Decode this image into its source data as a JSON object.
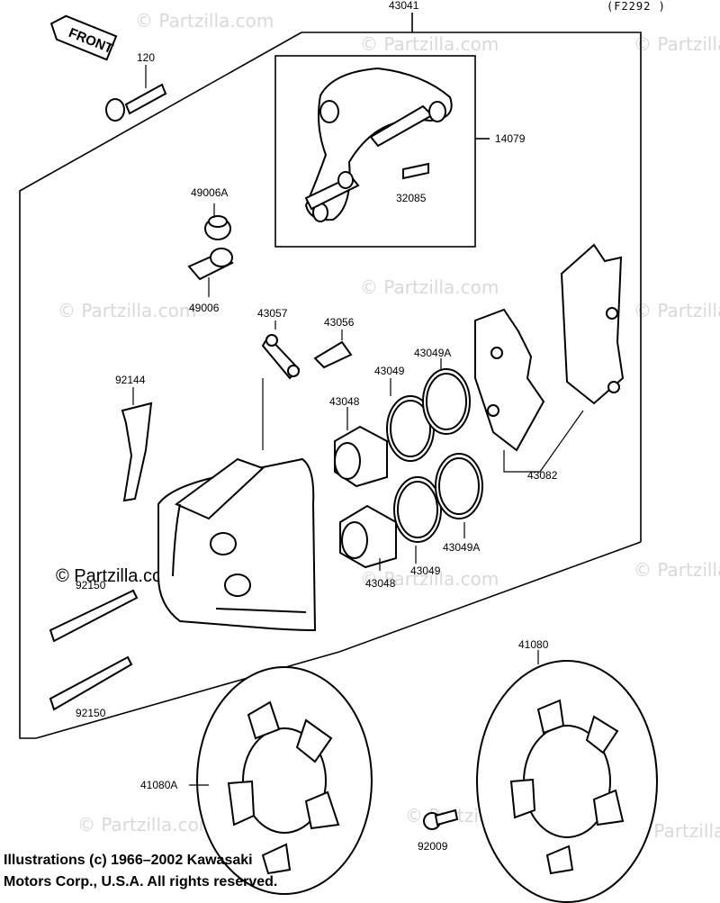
{
  "figure_code": "(F2292 )",
  "front_label": "FRONT",
  "watermark": "© Partzilla.com",
  "copyright": {
    "line1": "Illustrations (c) 1966–2002 Kawasaki",
    "line2": "Motors Corp., U.S.A.  All rights reserved."
  },
  "parts": {
    "p43041": "43041",
    "p120": "120",
    "p14079": "14079",
    "p32085": "32085",
    "p49006A": "49006A",
    "p49006": "49006",
    "p43057": "43057",
    "p43056": "43056",
    "p43049A_top": "43049A",
    "p43049_top": "43049",
    "p43048_top": "43048",
    "p92144": "92144",
    "p43082": "43082",
    "p43049A_bot": "43049A",
    "p43049_bot": "43049",
    "p43048_bot": "43048",
    "p92150_top": "92150",
    "p92150_bot": "92150",
    "p41080": "41080",
    "p41080A": "41080A",
    "p92009": "92009"
  }
}
